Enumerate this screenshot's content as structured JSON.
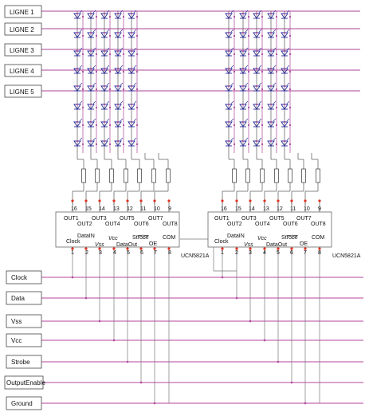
{
  "row_labels": [
    "LIGNE 1",
    "LIGNE 2",
    "LIGNE 3",
    "LIGNE 4",
    "LIGNE 5"
  ],
  "bus_labels": [
    "Clock",
    "Data",
    "Vss",
    "Vcc",
    "Strobe",
    "OutputEnable",
    "Ground"
  ],
  "chips": [
    {
      "name": "UCN5821A",
      "top_pins": [
        "16",
        "15",
        "14",
        "13",
        "12",
        "11",
        "10",
        "9"
      ],
      "bottom_pins": [
        "1",
        "2",
        "3",
        "4",
        "5",
        "6",
        "7",
        "8"
      ],
      "inner_top_a": [
        "OUT1",
        "OUT3",
        "OUT5",
        "OUT7"
      ],
      "inner_top_b": [
        "OUT2",
        "OUT4",
        "OUT6",
        "OUT8"
      ],
      "inner_bottom_a": [
        "Clock",
        "Vss",
        "DataOut",
        "OE"
      ],
      "inner_bottom_b": [
        "DataIN",
        "Vcc",
        "Strobe",
        "COM"
      ]
    },
    {
      "name": "UCN5821A",
      "top_pins": [
        "16",
        "15",
        "14",
        "13",
        "12",
        "11",
        "10",
        "9"
      ],
      "bottom_pins": [
        "1",
        "2",
        "3",
        "4",
        "5",
        "6",
        "7",
        "8"
      ],
      "inner_top_a": [
        "OUT1",
        "OUT3",
        "OUT5",
        "OUT7"
      ],
      "inner_top_b": [
        "OUT2",
        "OUT4",
        "OUT6",
        "OUT8"
      ],
      "inner_bottom_a": [
        "Clock",
        "Vss",
        "DataOut",
        "OE"
      ],
      "inner_bottom_b": [
        "DataIN",
        "Vcc",
        "Strobe",
        "COM"
      ]
    }
  ],
  "colors": {
    "row_wire": "#a9449a",
    "bus_wire": "#b4459d",
    "led": "#2a2a9a",
    "column_wire": "#555555",
    "pin_dot": "#e03020"
  }
}
